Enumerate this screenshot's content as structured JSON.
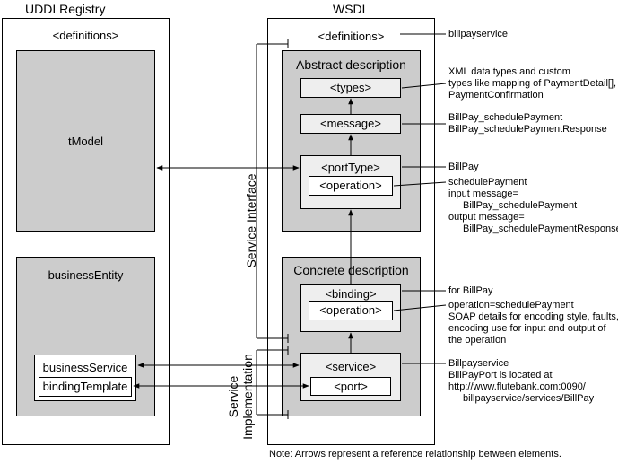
{
  "uddi": {
    "title": "UDDI Registry",
    "definitions": "<definitions>",
    "tmodel": "tModel",
    "business_entity": "businessEntity",
    "business_service": "businessService",
    "binding_template": "bindingTemplate"
  },
  "wsdl": {
    "title": "WSDL",
    "definitions": "<definitions>",
    "abstract_title": "Abstract description",
    "types": "<types>",
    "message": "<message>",
    "port_type": "<portType>",
    "operation_abstract": "<operation>",
    "concrete_title": "Concrete description",
    "binding": "<binding>",
    "operation_concrete": "<operation>",
    "service": "<service>",
    "port": "<port>"
  },
  "labels": {
    "service_interface": "Service Interface",
    "service_implementation_line1": "Service",
    "service_implementation_line2": "Implementation"
  },
  "annotations": {
    "definitions": "billpayservice",
    "types": [
      "XML data types and custom",
      "types like mapping of PaymentDetail[],",
      "PaymentConfirmation"
    ],
    "message": [
      "BillPay_schedulePayment",
      "BillPay_schedulePaymentResponse"
    ],
    "port_type": "BillPay",
    "operation_abstract": [
      "schedulePayment",
      "input message=",
      "BillPay_schedulePayment",
      "output message=",
      "BillPay_schedulePaymentResponse"
    ],
    "binding": "for BillPay",
    "operation_concrete": [
      "operation=schedulePayment",
      "SOAP details for encoding style, faults,",
      "encoding use for input and output of",
      "the operation"
    ],
    "service": [
      "Billpayservice",
      "BillPayPort is located at",
      "http://www.flutebank.com:0090/",
      "billpayservice/services/BillPay"
    ]
  },
  "footnote": "Note: Arrows represent a reference relationship between elements."
}
